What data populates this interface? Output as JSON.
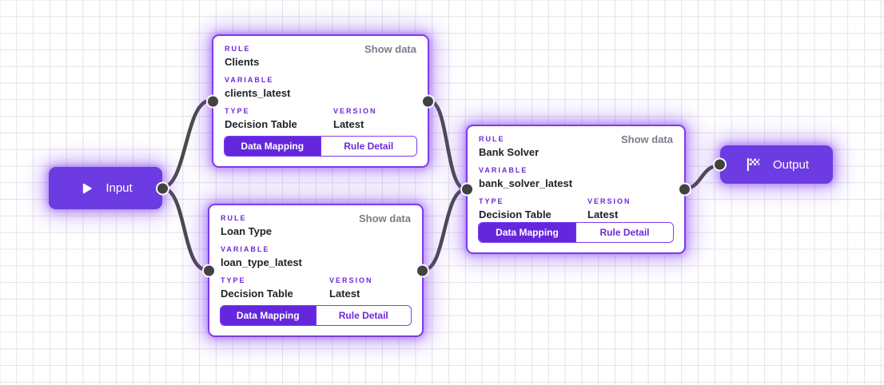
{
  "diagram": {
    "input_node": {
      "label": "Input",
      "icon": "play-icon"
    },
    "output_node": {
      "label": "Output",
      "icon": "checkered-flag-icon"
    },
    "shared": {
      "rule_label": "RULE",
      "variable_label": "VARIABLE",
      "type_label": "TYPE",
      "version_label": "VERSION",
      "show_data_label": "Show data",
      "data_mapping_label": "Data Mapping",
      "rule_detail_label": "Rule Detail"
    },
    "rule_nodes": [
      {
        "rule": "Clients",
        "variable": "clients_latest",
        "type": "Decision Table",
        "version": "Latest"
      },
      {
        "rule": "Loan Type",
        "variable": "loan_type_latest",
        "type": "Decision Table",
        "version": "Latest"
      },
      {
        "rule": "Bank Solver",
        "variable": "bank_solver_latest",
        "type": "Decision Table",
        "version": "Latest"
      }
    ],
    "colors": {
      "accent": "#6d28d9",
      "border": "#7c3aed",
      "node_fill": "#6c3be1",
      "edge": "#4a4a4a",
      "active_tab_fill": "#6527dd",
      "show_data_text": "#7c7c87",
      "grid_line": "#e3e3e6",
      "value_text": "#20222a"
    }
  }
}
